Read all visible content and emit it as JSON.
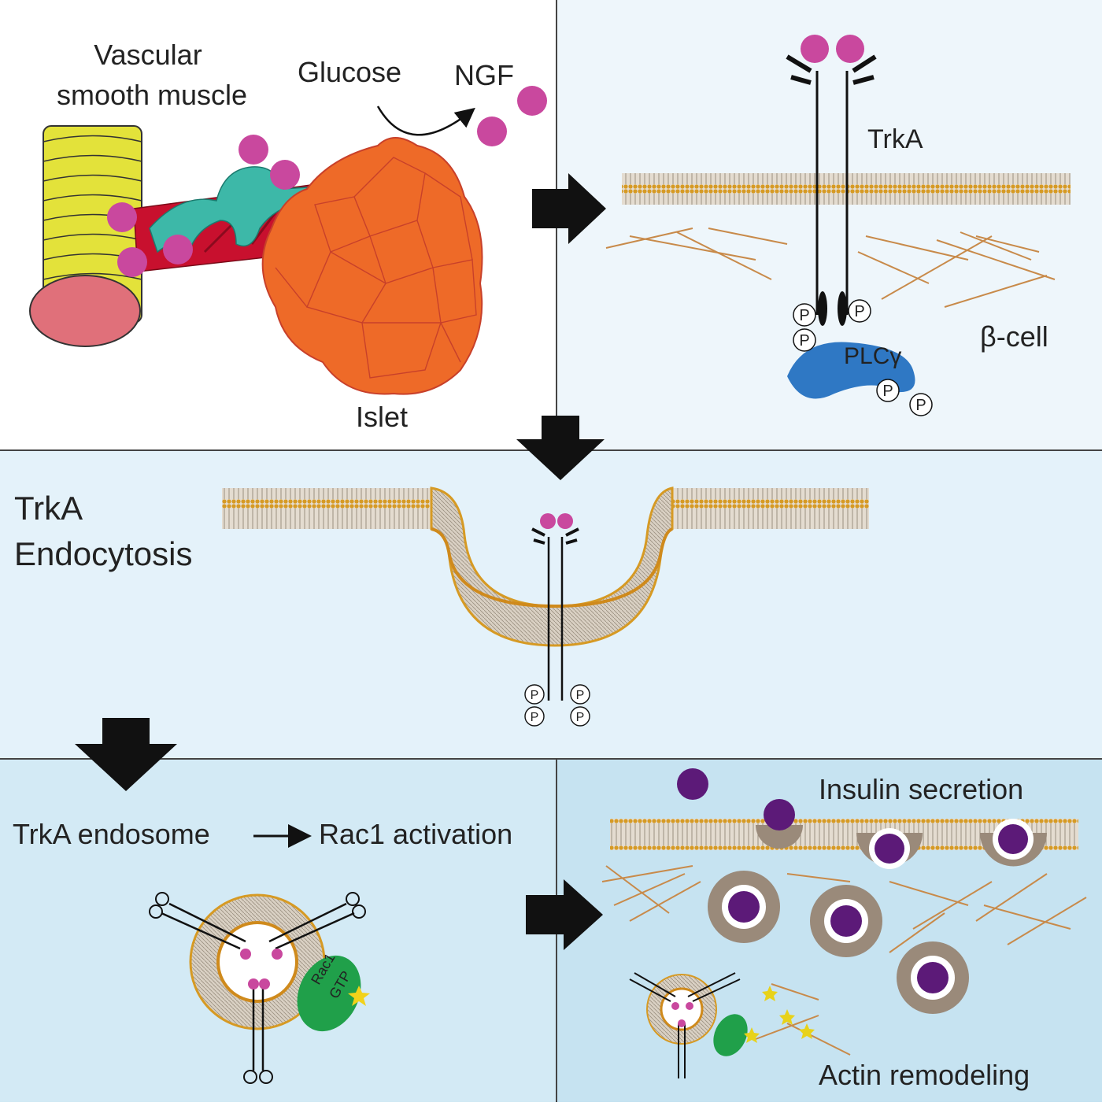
{
  "panel_top_left": {
    "label_vsm_line1": "Vascular",
    "label_vsm_line2": "smooth muscle",
    "label_glucose": "Glucose",
    "label_ngf": "NGF",
    "label_islet": "Islet"
  },
  "panel_top_right": {
    "label_trka": "TrkA",
    "label_beta_cell": "β-cell",
    "label_plc": "PLCγ",
    "phospho_label": "P"
  },
  "panel_middle": {
    "title_line1": "TrkA",
    "title_line2": "Endocytosis"
  },
  "panel_bottom_left": {
    "label_endosome": "TrkA endosome",
    "label_rac1": "Rac1 activation",
    "rac1_line1": "Rac1",
    "rac1_line2": "GTP"
  },
  "panel_bottom_right": {
    "label_insulin": "Insulin secretion",
    "label_actin": "Actin remodeling"
  },
  "colors": {
    "panel_light": "#eef6fb",
    "panel_mid": "#e2f1fa",
    "panel_dark": "#cde6f3",
    "ngf_magenta": "#c9489e",
    "islet_orange": "#ee6a28",
    "smooth_muscle_yellow": "#e3e23a",
    "vessel_red": "#c8102e",
    "pericyte_teal": "#3db8a8",
    "plc_blue": "#2f78c4",
    "rac1_green": "#20a04a",
    "insulin_purple": "#5c1a78",
    "membrane_orange": "#cf8a1c",
    "actin_tan": "#c88a4a"
  }
}
